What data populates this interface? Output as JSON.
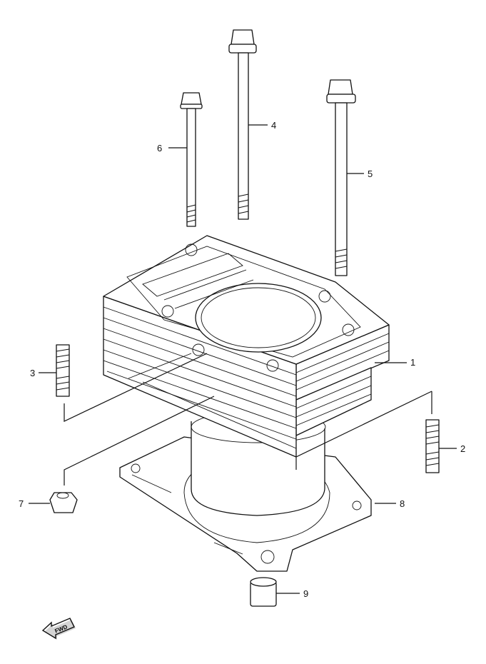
{
  "callouts": [
    {
      "id": "1",
      "label": "1"
    },
    {
      "id": "2",
      "label": "2"
    },
    {
      "id": "3",
      "label": "3"
    },
    {
      "id": "4",
      "label": "4"
    },
    {
      "id": "5",
      "label": "5"
    },
    {
      "id": "6",
      "label": "6"
    },
    {
      "id": "7",
      "label": "7"
    },
    {
      "id": "8",
      "label": "8"
    },
    {
      "id": "9",
      "label": "9"
    }
  ],
  "badge": {
    "text": "FWD"
  }
}
